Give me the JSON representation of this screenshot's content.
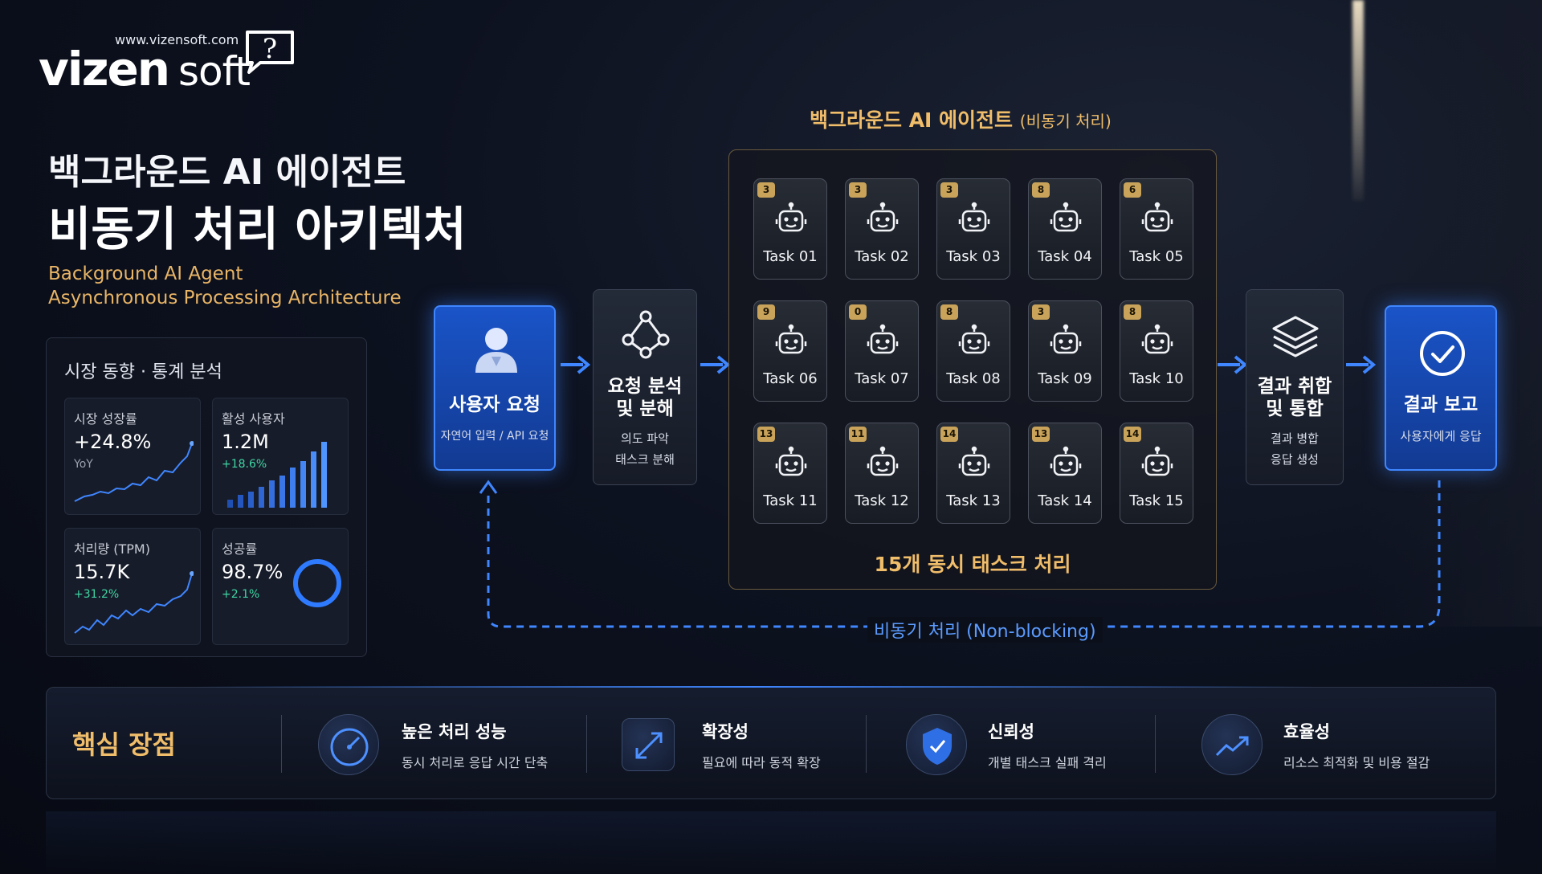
{
  "logo": {
    "url": "www.vizensoft.com",
    "main": "vizen",
    "soft": "soft",
    "bubble_glyph": "?"
  },
  "title": {
    "line1": "백그라운드 AI 에이전트",
    "line2": "비동기 처리 아키텍처",
    "en1": "Background AI Agent",
    "en2": "Asynchronous Processing Architecture"
  },
  "stats": {
    "title": "시장 동향 · 통계 분석",
    "cards": [
      {
        "label": "시장 성장률",
        "value": "+24.8%",
        "change": "YoY"
      },
      {
        "label": "활성 사용자",
        "value": "1.2M",
        "change": "+18.6%"
      },
      {
        "label": "처리량 (TPM)",
        "value": "15.7K",
        "change": "+31.2%"
      },
      {
        "label": "성공률",
        "value": "98.7%",
        "change": "+2.1%",
        "ring_fraction": 0.987
      }
    ]
  },
  "flow": {
    "user": {
      "title": "사용자 요청",
      "desc": "자연어 입력 / API 요청"
    },
    "analyze": {
      "title1": "요청 분석",
      "title2": "및 분해",
      "desc1": "의도 파악",
      "desc2": "태스크 분해"
    },
    "aggregate": {
      "title1": "결과 취합",
      "title2": "및 통합",
      "desc1": "결과 병합",
      "desc2": "응답 생성"
    },
    "report": {
      "title": "결과 보고",
      "desc": "사용자에게 응답"
    }
  },
  "tasks": {
    "heading": "백그라운드 AI 에이전트",
    "heading_small": "(비동기 처리)",
    "footer": "15개 동시 태스크 처리",
    "items": [
      {
        "name": "Task 01",
        "badge": "3"
      },
      {
        "name": "Task 02",
        "badge": "3"
      },
      {
        "name": "Task 03",
        "badge": "3"
      },
      {
        "name": "Task 04",
        "badge": "8"
      },
      {
        "name": "Task 05",
        "badge": "6"
      },
      {
        "name": "Task 06",
        "badge": "9"
      },
      {
        "name": "Task 07",
        "badge": "0"
      },
      {
        "name": "Task 08",
        "badge": "8"
      },
      {
        "name": "Task 09",
        "badge": "3"
      },
      {
        "name": "Task 10",
        "badge": "8"
      },
      {
        "name": "Task 11",
        "badge": "13"
      },
      {
        "name": "Task 12",
        "badge": "11"
      },
      {
        "name": "Task 13",
        "badge": "14"
      },
      {
        "name": "Task 14",
        "badge": "13"
      },
      {
        "name": "Task 15",
        "badge": "14"
      }
    ]
  },
  "async_label": "비동기 처리 (Non-blocking)",
  "advantages": {
    "title": "핵심 장점",
    "items": [
      {
        "title": "높은 처리 성능",
        "desc": "동시 처리로 응답 시간 단축",
        "icon": "speedometer-icon"
      },
      {
        "title": "확장성",
        "desc": "필요에 따라 동적 확장",
        "icon": "expand-icon"
      },
      {
        "title": "신뢰성",
        "desc": "개별 태스크 실패 격리",
        "icon": "shield-check-icon"
      },
      {
        "title": "효율성",
        "desc": "리소스 최적화 및 비용 절감",
        "icon": "trend-up-icon"
      }
    ]
  },
  "colors": {
    "accent_blue": "#3f86ff",
    "gold": "#f0bd6a",
    "green": "#3fd6a3"
  }
}
